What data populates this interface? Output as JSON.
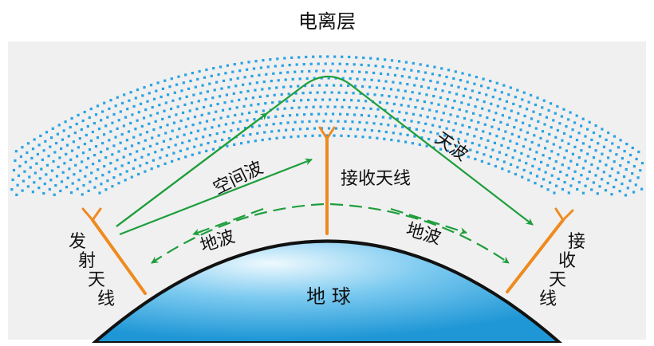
{
  "title": "电离层",
  "labels": {
    "earth": "地 球",
    "space_wave": "空间波",
    "sky_wave": "天波",
    "ground_wave_left": "地波",
    "ground_wave_right": "地波",
    "receiving_antenna_center": "接收天线",
    "transmitting_antenna": "发射天线",
    "receiving_antenna_right": "接收天线"
  },
  "colors": {
    "background_panel": "#f0f0f0",
    "ionosphere_dots": "#29a3e3",
    "wave": "#1e9e3c",
    "antenna": "#ef8a1f",
    "earth_outline": "#111111",
    "earth_fill_center": "#e9f7fd",
    "earth_fill_edge": "#1f97d6"
  }
}
